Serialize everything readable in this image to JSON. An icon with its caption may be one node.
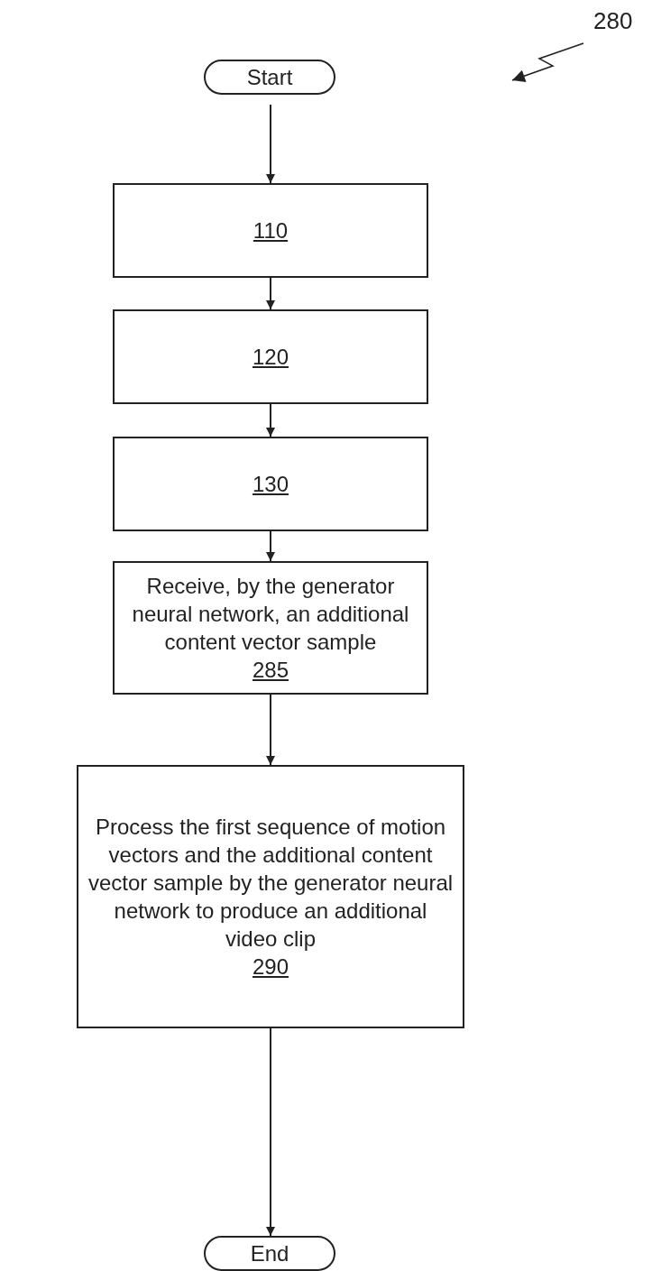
{
  "diagram": {
    "nodes": [
      {
        "text": [
          "Start"
        ]
      },
      {
        "text": [
          "110"
        ]
      },
      {
        "text": [
          "120"
        ]
      },
      {
        "text": [
          "130"
        ]
      },
      {
        "text": [
          "Receive, by the generator neural network, an additional content vector sample",
          "285"
        ]
      },
      {
        "text": [
          "Process the first sequence of motion vectors and the additional content vector sample by the generator neural network to produce an additional video clip",
          "290"
        ]
      },
      {
        "text": [
          "End"
        ]
      }
    ],
    "edges": [
      {
        "from": 0,
        "to": 1,
        "arrow": "to"
      },
      {
        "from": 1,
        "to": 2,
        "arrow": "to"
      },
      {
        "from": 2,
        "to": 3,
        "arrow": "to"
      },
      {
        "from": 3,
        "to": 4,
        "arrow": "to"
      },
      {
        "from": 4,
        "to": 5,
        "arrow": "to"
      },
      {
        "from": 5,
        "to": 6,
        "arrow": "to"
      }
    ],
    "labels": [
      "280"
    ]
  }
}
